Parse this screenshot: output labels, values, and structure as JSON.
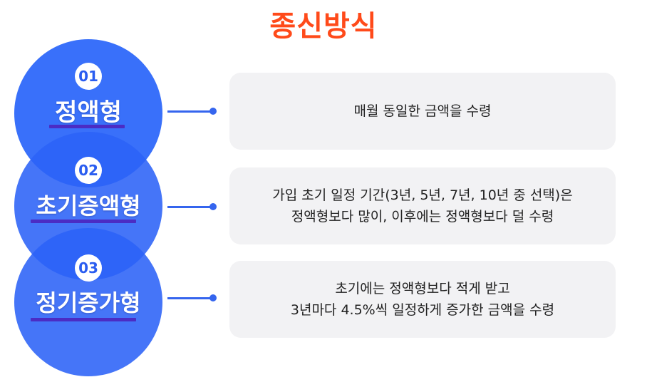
{
  "title": "종신방식",
  "items": [
    {
      "number": "01",
      "name": "정액형",
      "description": [
        "매월 동일한 금액을 수령"
      ]
    },
    {
      "number": "02",
      "name": "초기증액형",
      "description": [
        "가입 초기 일정 기간(3년, 5년, 7년, 10년 중 선택)은",
        "정액형보다 많이, 이후에는 정액형보다 덜 수령"
      ]
    },
    {
      "number": "03",
      "name": "정기증가형",
      "description": [
        "초기에는 정액형보다 적게 받고",
        "3년마다 4.5%씩 일정하게 증가한 금액을 수령"
      ]
    }
  ],
  "colors": {
    "title": "#ff4a1a",
    "circle": "#2b62f7",
    "underline": "#4b2cc4",
    "connector": "#3565ee",
    "box": "#f2f2f4"
  }
}
